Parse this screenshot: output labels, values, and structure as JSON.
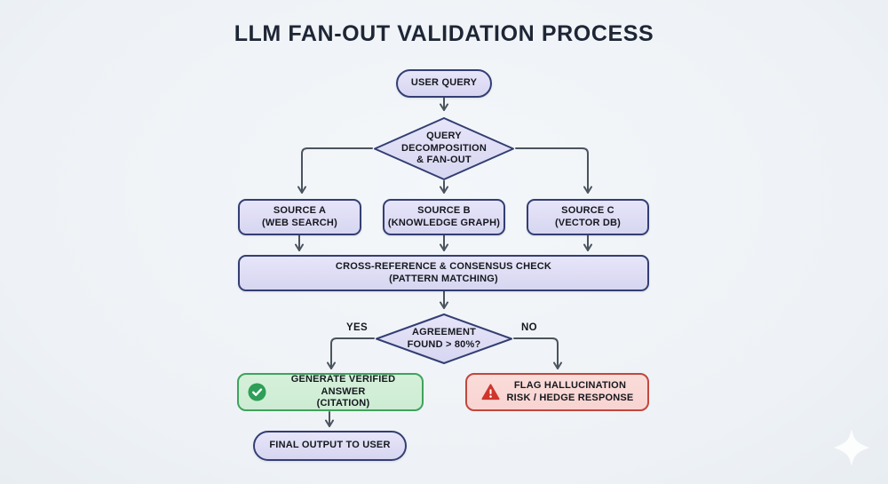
{
  "title": "LLM FAN-OUT VALIDATION PROCESS",
  "nodes": {
    "user_query": {
      "label": "USER QUERY"
    },
    "decomposition": {
      "line1": "QUERY",
      "line2": "DECOMPOSITION",
      "line3": "& FAN-OUT"
    },
    "source_a": {
      "line1": "SOURCE A",
      "line2": "(WEB SEARCH)"
    },
    "source_b": {
      "line1": "SOURCE B",
      "line2": "(KNOWLEDGE GRAPH)"
    },
    "source_c": {
      "line1": "SOURCE C",
      "line2": "(VECTOR DB)"
    },
    "cross_reference": {
      "line1": "CROSS-REFERENCE & CONSENSUS CHECK",
      "line2": "(PATTERN MATCHING)"
    },
    "agreement": {
      "line1": "AGREEMENT",
      "line2": "FOUND > 80%?"
    },
    "verified_answer": {
      "icon": "check-circle-icon",
      "line1": "GENERATE VERIFIED ANSWER",
      "line2": "(CITATION)"
    },
    "flag_risk": {
      "icon": "warning-triangle-icon",
      "line1": "FLAG HALLUCINATION",
      "line2": "RISK / HEDGE RESPONSE"
    },
    "final_output": {
      "label": "FINAL OUTPUT TO USER"
    }
  },
  "edges": {
    "yes_label": "YES",
    "no_label": "NO"
  },
  "watermark": {
    "icon": "sparkle-icon"
  },
  "colors": {
    "background": "#eef2f6",
    "node_fill_top": "#e6e5f9",
    "node_fill_bottom": "#d7d6f1",
    "node_border": "#333e72",
    "line": "#4b545e",
    "success_fill": "#cdecd3",
    "success_border": "#3fa35c",
    "success_icon": "#2f9e57",
    "danger_fill": "#f8d4d1",
    "danger_border": "#c2473d",
    "danger_icon": "#d0352c",
    "title_color": "#1e2636",
    "text_color": "#15181e"
  }
}
